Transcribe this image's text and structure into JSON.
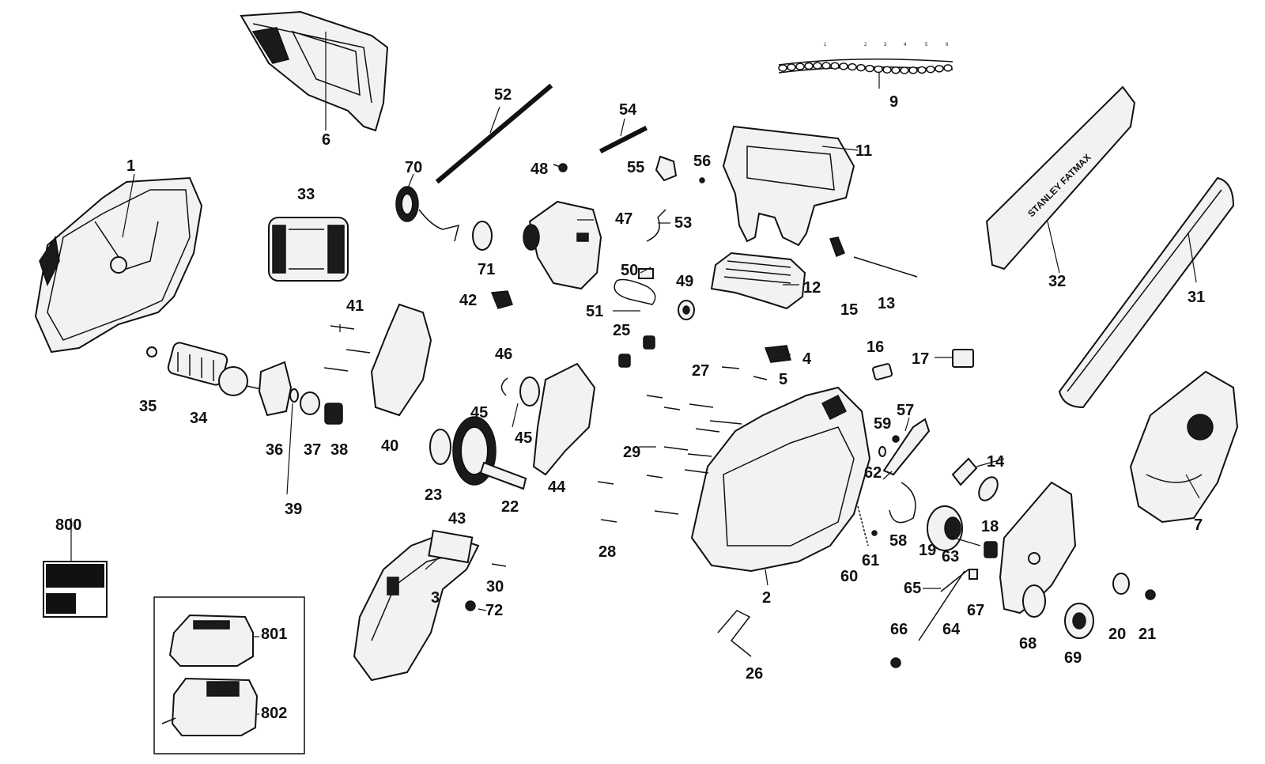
{
  "diagram": {
    "brand_text": "STANLEY FATMAX",
    "chain_callouts": [
      "1",
      "2",
      "3",
      "4",
      "5",
      "6"
    ],
    "part_labels": {
      "p1": "1",
      "p2": "2",
      "p3": "3",
      "p4": "4",
      "p5": "5",
      "p6": "6",
      "p7": "7",
      "p9": "9",
      "p11": "11",
      "p12": "12",
      "p13": "13",
      "p14": "14",
      "p15": "15",
      "p16": "16",
      "p17": "17",
      "p18": "18",
      "p19": "19",
      "p20": "20",
      "p21": "21",
      "p22": "22",
      "p23": "23",
      "p25": "25",
      "p26": "26",
      "p27": "27",
      "p28": "28",
      "p29": "29",
      "p30": "30",
      "p31": "31",
      "p32": "32",
      "p33": "33",
      "p34": "34",
      "p35": "35",
      "p36": "36",
      "p37": "37",
      "p38": "38",
      "p39": "39",
      "p40": "40",
      "p41": "41",
      "p42": "42",
      "p43": "43",
      "p44": "44",
      "p45a": "45",
      "p45b": "45",
      "p46": "46",
      "p47": "47",
      "p48": "48",
      "p49": "49",
      "p50": "50",
      "p51": "51",
      "p52": "52",
      "p53": "53",
      "p54": "54",
      "p55": "55",
      "p56": "56",
      "p57": "57",
      "p58": "58",
      "p59": "59",
      "p60": "60",
      "p61": "61",
      "p62": "62",
      "p63": "63",
      "p64": "64",
      "p65": "65",
      "p66": "66",
      "p67": "67",
      "p68": "68",
      "p69": "69",
      "p70": "70",
      "p71": "71",
      "p72": "72",
      "p800": "800",
      "p801": "801",
      "p802": "802"
    }
  }
}
